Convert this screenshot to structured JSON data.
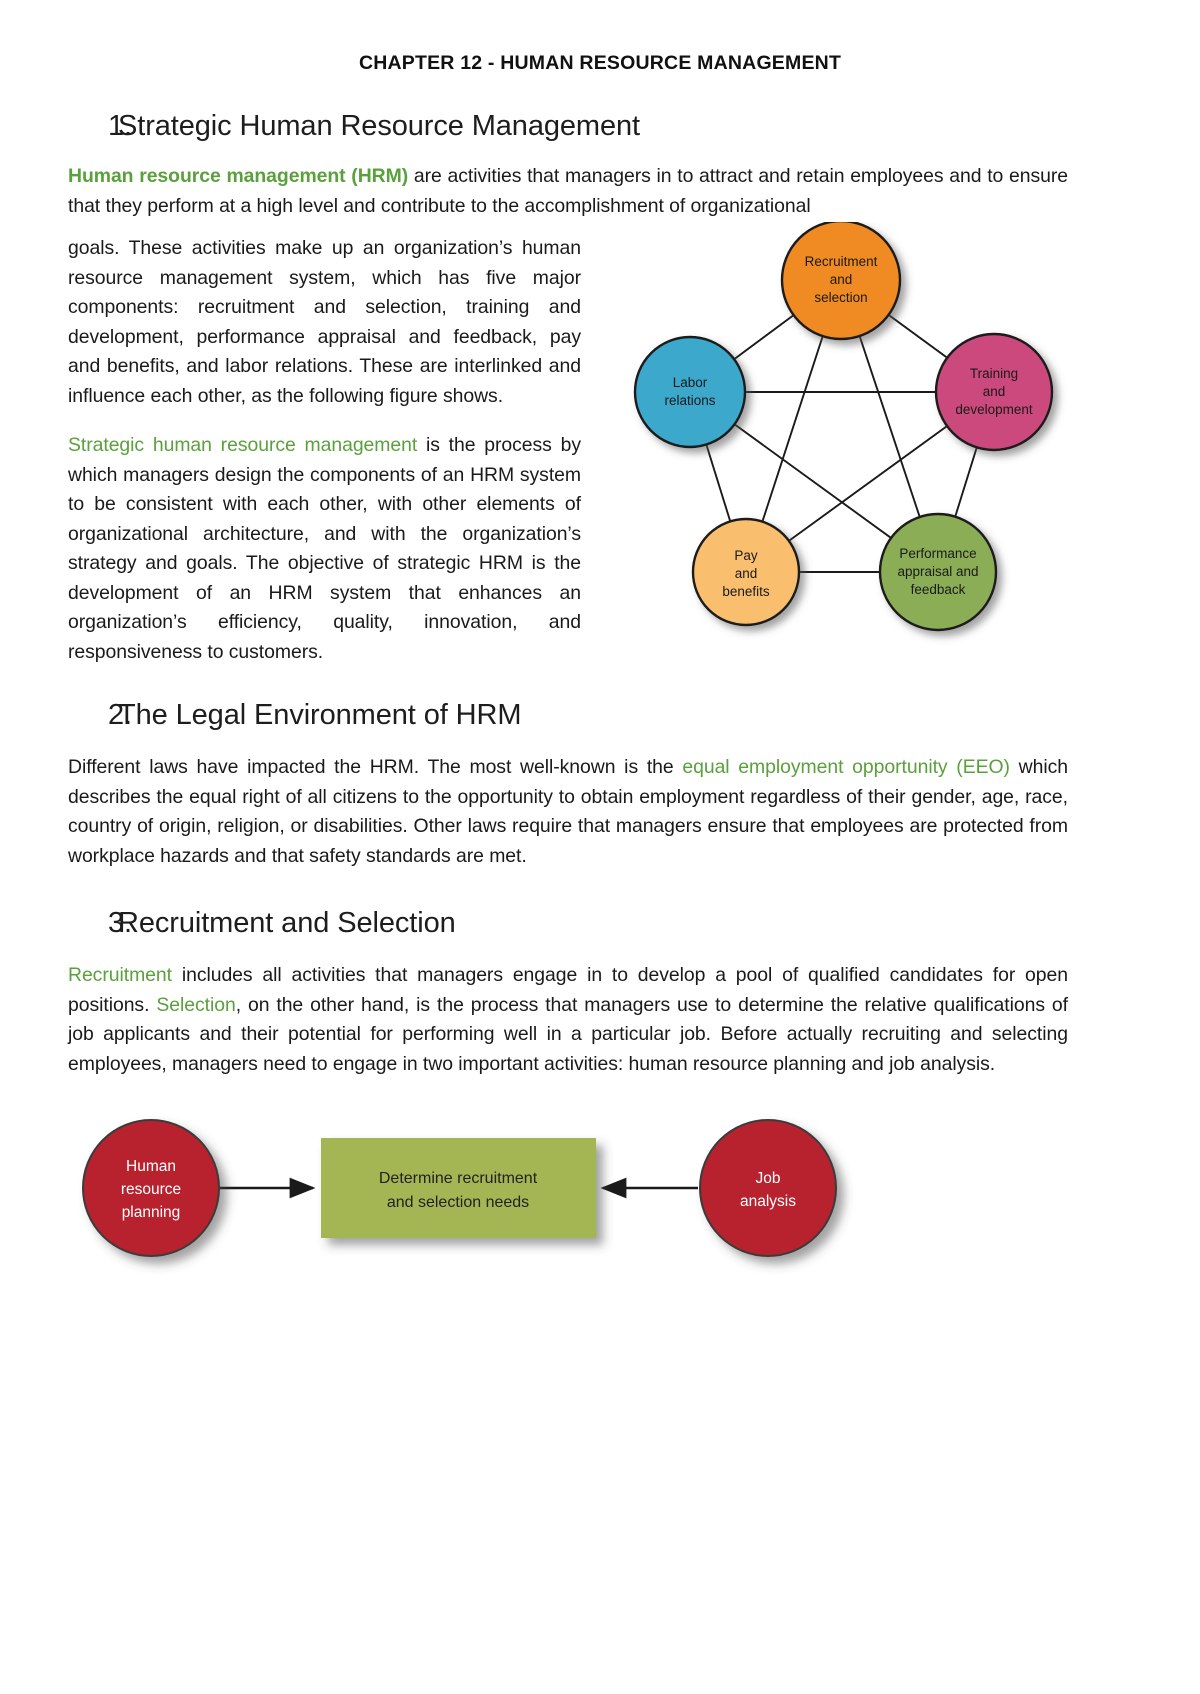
{
  "header": {
    "running_title": "CHAPTER 12 - HUMAN RESOURCE MANAGEMENT"
  },
  "colors": {
    "accent_green": "#5aa03c",
    "node_recruitment": "#F08A24",
    "node_training": "#CC4A7D",
    "node_labor": "#3BA8CC",
    "node_pay": "#F9BF6E",
    "node_performance": "#8BAD56",
    "flow_circle_red": "#B8222F",
    "flow_box_green": "#A4B553",
    "text_dark": "#1a1a1a"
  },
  "sections": [
    {
      "number": "1.",
      "title": "Strategic Human Resource Management",
      "lead_highlight": "Human resource management (HRM)",
      "lead_rest": " are activities that managers in to attract and retain employees and to ensure that they perform at a high level and contribute to the accomplishment of organizational",
      "paragraph_1": "goals. These activities make up an organization’s human resource management system, which has five major components: recruitment and selection, training and development, performance appraisal and feedback, pay and benefits, and labor relations. These are interlinked and influence each other, as the following figure shows.",
      "paragraph_2_highlight": "Strategic human resource management",
      "paragraph_2_rest": " is the process by which managers design the components of an HRM system to be consistent with each other, with other elements of organizational architecture, and with the organization’s strategy and goals. The objective of strategic HRM is the development of an HRM system that enhances an organization’s efficiency, quality, innovation, and responsiveness to customers."
    },
    {
      "number": "2.",
      "title": "The Legal Environment of HRM",
      "body_part_1": "Different laws have impacted the HRM. The most well-known is the ",
      "body_highlight_1": "equal employment opportunity (EEO)",
      "body_part_2": " which describes the equal right of all citizens to the opportunity to obtain employment regardless of their gender, age, race, country of origin, religion, or disabilities. Other laws require that managers ensure that employees are protected from workplace hazards and that safety standards are met."
    },
    {
      "number": "3.",
      "title": "Recruitment and Selection",
      "body_highlight_1": "Recruitment",
      "body_part_1": " includes all activities that managers engage in to develop a pool of qualified candidates for open positions. ",
      "body_highlight_2": "Selection",
      "body_part_2": ", on the other hand, is the process that managers use to determine the relative qualifications of job applicants and their potential for performing well in a particular job. Before actually recruiting and selecting employees, managers need to engage in two important activities: human resource planning and job analysis."
    }
  ],
  "hrm_diagram": {
    "caption": "",
    "nodes": [
      {
        "id": "recruitment",
        "label_lines": [
          "Recruitment",
          "and",
          "selection"
        ],
        "color": "#F08A24"
      },
      {
        "id": "training",
        "label_lines": [
          "Training",
          "and",
          "development"
        ],
        "color": "#CC4A7D"
      },
      {
        "id": "performance",
        "label_lines": [
          "Performance",
          "appraisal and",
          "feedback"
        ],
        "color": "#8BAD56"
      },
      {
        "id": "pay",
        "label_lines": [
          "Pay",
          "and",
          "benefits"
        ],
        "color": "#F9BF6E"
      },
      {
        "id": "labor",
        "label_lines": [
          "Labor",
          "relations"
        ],
        "color": "#3BA8CC"
      }
    ],
    "connection_note": "fully connected pentagon (all 5 nodes linked to each other)"
  },
  "flow_diagram": {
    "left_node": {
      "label_lines": [
        "Human",
        "resource",
        "planning"
      ],
      "color": "#B8222F"
    },
    "center_node": {
      "label_lines": [
        "Determine recruitment",
        "and selection needs"
      ],
      "color": "#A4B553"
    },
    "right_node": {
      "label_lines": [
        "Job",
        "analysis"
      ],
      "color": "#B8222F"
    },
    "arrows": [
      "left-to-center",
      "right-to-center"
    ]
  }
}
